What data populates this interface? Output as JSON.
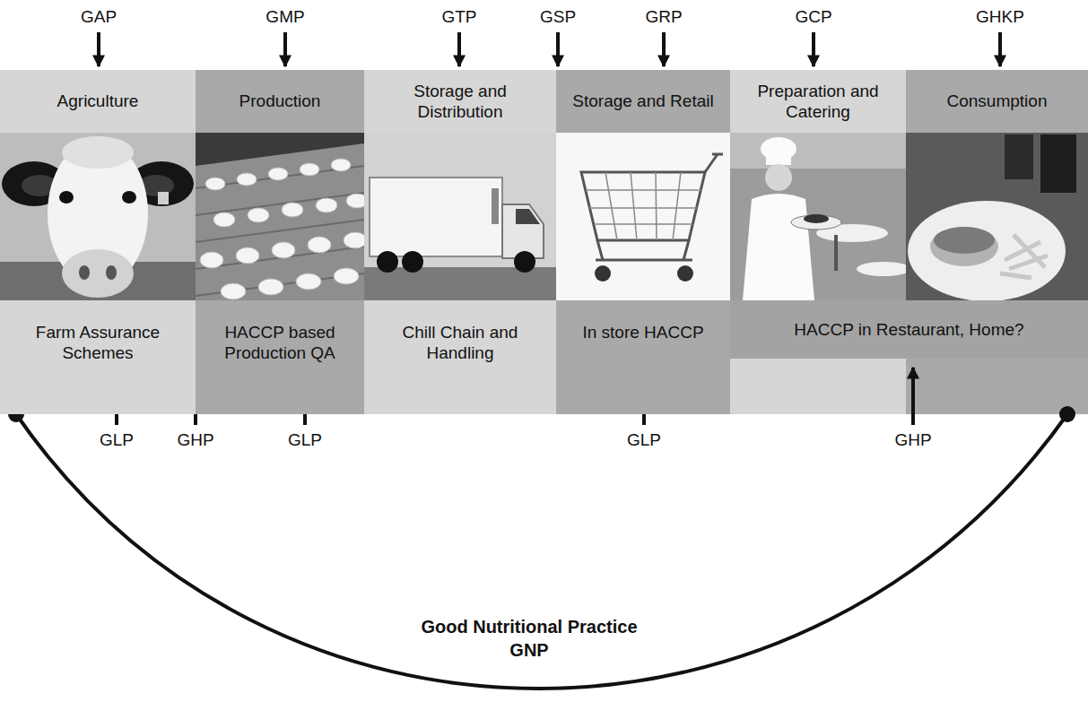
{
  "diagram": {
    "nodes": [
      {
        "text": [
          "Agriculture"
        ]
      },
      {
        "text": [
          "Production"
        ]
      },
      {
        "text": [
          "Storage and Distribution"
        ]
      },
      {
        "text": [
          "Storage and Retail"
        ]
      },
      {
        "text": [
          "Preparation and Catering"
        ]
      },
      {
        "text": [
          "Consumption"
        ]
      },
      {
        "text": [
          "Farm Assurance Schemes"
        ]
      },
      {
        "text": [
          "HACCP based Production QA"
        ]
      },
      {
        "text": [
          "Chill Chain and Handling"
        ]
      },
      {
        "text": [
          "In store HACCP"
        ]
      },
      {
        "text": [
          "HACCP in Restaurant, Home?"
        ]
      }
    ],
    "labels": [
      "GAP",
      "GMP",
      "GTP",
      "GSP",
      "GRP",
      "GCP",
      "GHKP",
      "GLP",
      "GHP",
      "GLP",
      "GLP",
      "GHP",
      "Good Nutritional Practice",
      "GNP"
    ]
  }
}
